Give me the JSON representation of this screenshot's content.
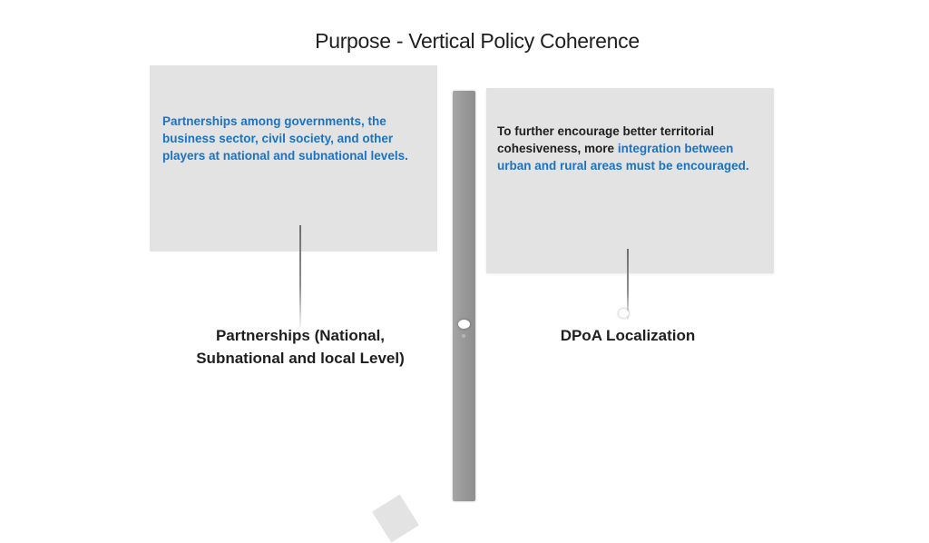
{
  "title": "Purpose - Vertical Policy Coherence",
  "left_panel": {
    "text": "Partnerships among governments, the business sector, civil society, and other players at national and subnational levels."
  },
  "right_panel": {
    "text_plain": "To further encourage better territorial cohesiveness, more ",
    "text_highlight": "integration between urban and rural areas must be encouraged."
  },
  "captions": {
    "left": "Partnerships (National, Subnational and local Level)",
    "right": "DPoA Localization"
  },
  "colors": {
    "accent": "#1a73c4",
    "text": "#1f1f1f",
    "panel": "#e3e3e3",
    "pole": "#9a9a9a"
  }
}
